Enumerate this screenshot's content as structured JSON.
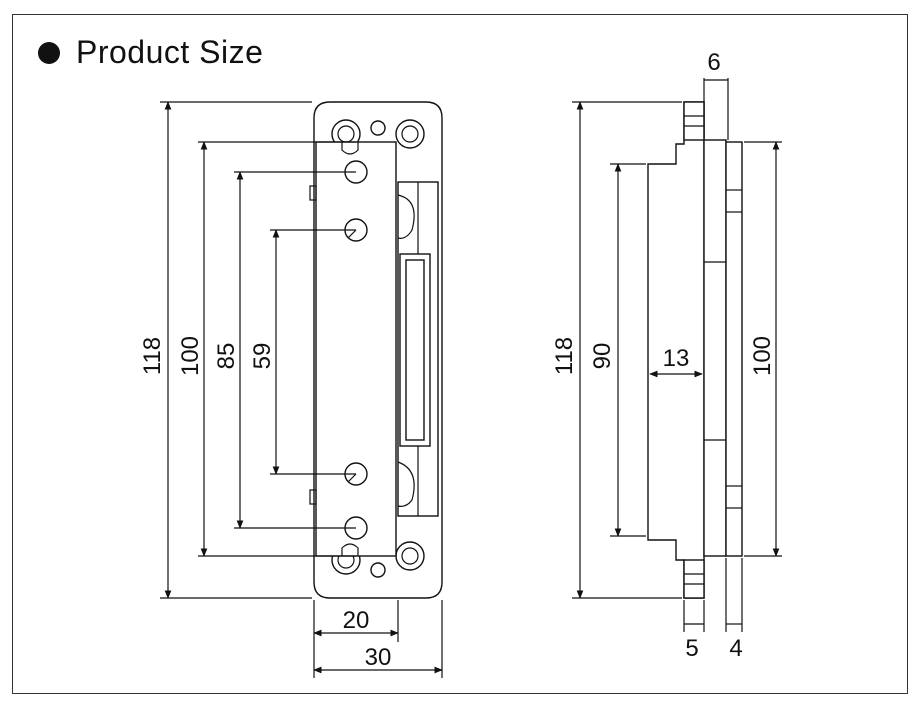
{
  "title": "Product Size",
  "front_view": {
    "dims": {
      "overall_height": "118",
      "hole_span_outer": "100",
      "hole_span_mid": "85",
      "hole_span_inner": "59",
      "plate_width": "20",
      "overall_width": "30"
    }
  },
  "side_view": {
    "dims": {
      "overall_height": "118",
      "body_height": "90",
      "body_depth": "13",
      "plate_height": "100",
      "top_thickness": "6",
      "bottom_thickness_left": "5",
      "bottom_thickness_right": "4"
    }
  }
}
